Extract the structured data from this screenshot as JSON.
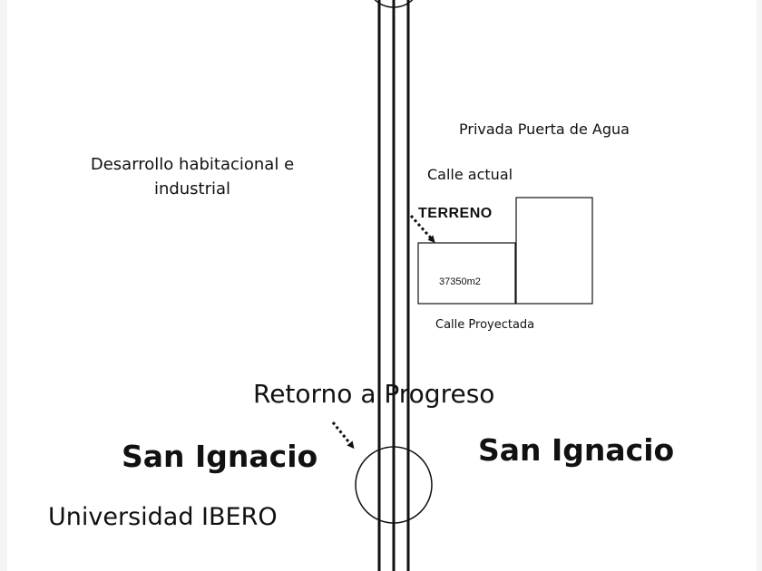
{
  "map": {
    "labels": {
      "desarrollo": "Desarrollo habitacional e industrial",
      "privada": "Privada Puerta de Agua",
      "calle_actual": "Calle actual",
      "terreno": "TERRENO",
      "area": "37350m2",
      "calle_proyectada": "Calle Proyectada",
      "retorno": "Retorno a Progreso",
      "san_ignacio_left": "San Ignacio",
      "san_ignacio_right": "San Ignacio",
      "universidad": "Universidad IBERO"
    },
    "colors": {
      "ink": "#111111",
      "paper": "#ffffff",
      "background": "#f4f4f4"
    },
    "icons": {
      "terreno_pointer": "dotted-arrow-icon",
      "retorno_pointer": "dotted-arrow-icon"
    }
  }
}
